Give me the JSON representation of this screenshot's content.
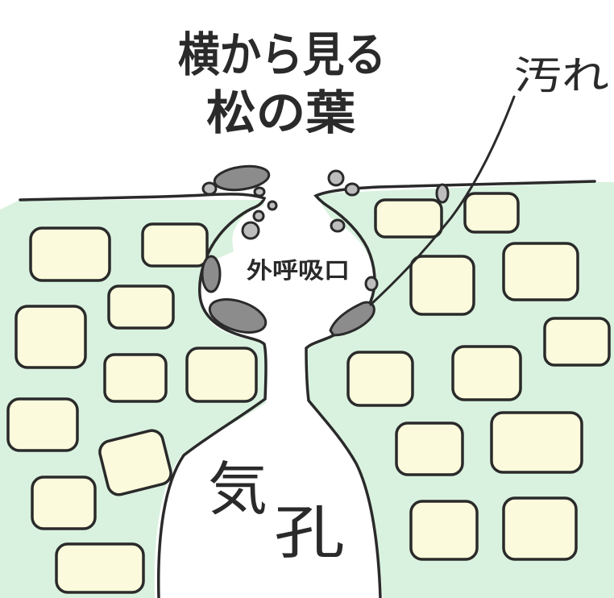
{
  "title": {
    "line1": "横から見る",
    "line2": "松の葉"
  },
  "labels": {
    "dirt": "汚れ",
    "external_opening": "外呼吸口",
    "stoma_char1": "気",
    "stoma_char2": "孔"
  },
  "colors": {
    "tissue_fill": "#d9f2df",
    "cell_fill": "#fbfadc",
    "dirt_fill": "#8c8c8c",
    "ink": "#2a2a2a",
    "background": "#ffffff"
  }
}
